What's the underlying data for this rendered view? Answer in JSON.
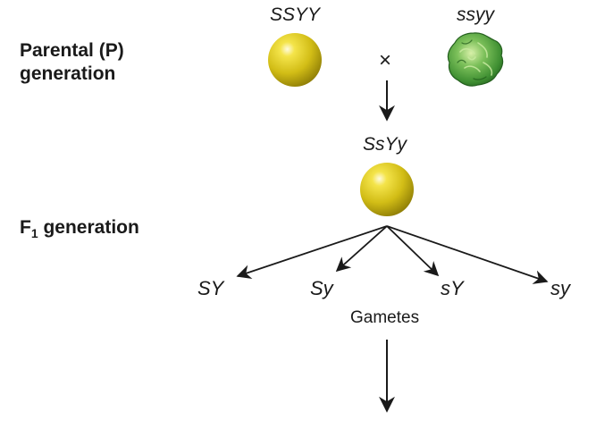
{
  "parental": {
    "label_line1": "Parental (P)",
    "label_line2": "generation",
    "genotype_1": "SSYY",
    "genotype_2": "ssyy",
    "cross_symbol": "×"
  },
  "f1": {
    "label_main": "F",
    "label_sub": "1",
    "label_rest": " generation",
    "genotype": "SsYy"
  },
  "gametes": {
    "items": [
      "SY",
      "Sy",
      "sY",
      "sy"
    ],
    "caption": "Gametes"
  },
  "colors": {
    "seed_yellow": "#d8c21a",
    "seed_green": "#3f8f32",
    "arrow": "#1a1a1a"
  },
  "icons": {
    "smooth_yellow_seed": "round-yellow-pea-icon",
    "wrinkled_green_seed": "wrinkled-green-pea-icon"
  }
}
